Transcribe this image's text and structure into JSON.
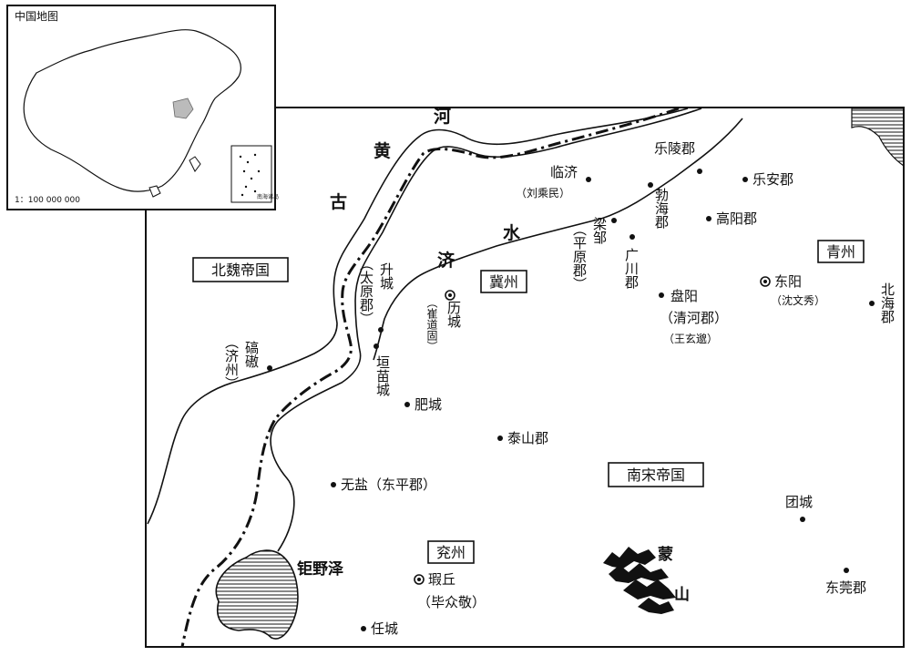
{
  "inset": {
    "title": "中国地图",
    "scale": "1：100 000 000",
    "south_sea_label": "南海诸岛"
  },
  "regions": {
    "north_wei": "北魏帝国",
    "song": "南宋帝国",
    "ji": "冀州",
    "qing": "青州",
    "yan": "兖州"
  },
  "rivers": {
    "gu": "古",
    "huang": "黄",
    "he": "河",
    "ji": "济",
    "shui": "水"
  },
  "features": {
    "juye_lake": "钜野泽",
    "meng": "蒙",
    "shan": "山"
  },
  "places": {
    "linji": "临济",
    "linji_note": "（刘乘民）",
    "leling": "乐陵郡",
    "lean": "乐安郡",
    "bohai": "勃海郡",
    "gaoyang": "高阳郡",
    "liangzou": "梁邹",
    "pingyuan": "（平原郡）",
    "guangchuan": "广川郡",
    "dongyang": "东阳",
    "dongyang_note": "（沈文秀）",
    "beihai": "北海郡",
    "panyang": "盘阳",
    "qinghe": "（清河郡）",
    "qinghe_note": "（王玄邈）",
    "shengcheng": "升城",
    "taiyuan": "（太原郡）",
    "licheng": "历城",
    "licheng_note": "（崔道固）",
    "qiao": "碻磝",
    "jizhou_county": "（济州）",
    "yuanmiao": "垣苗城",
    "feicheng": "肥城",
    "taishan": "泰山郡",
    "wuyan": "无盐（东平郡）",
    "tuancheng": "团城",
    "dongguan": "东莞郡",
    "xiaqiu": "瑕丘",
    "xiaqiu_note": "（毕众敬）",
    "rencheng": "任城"
  }
}
